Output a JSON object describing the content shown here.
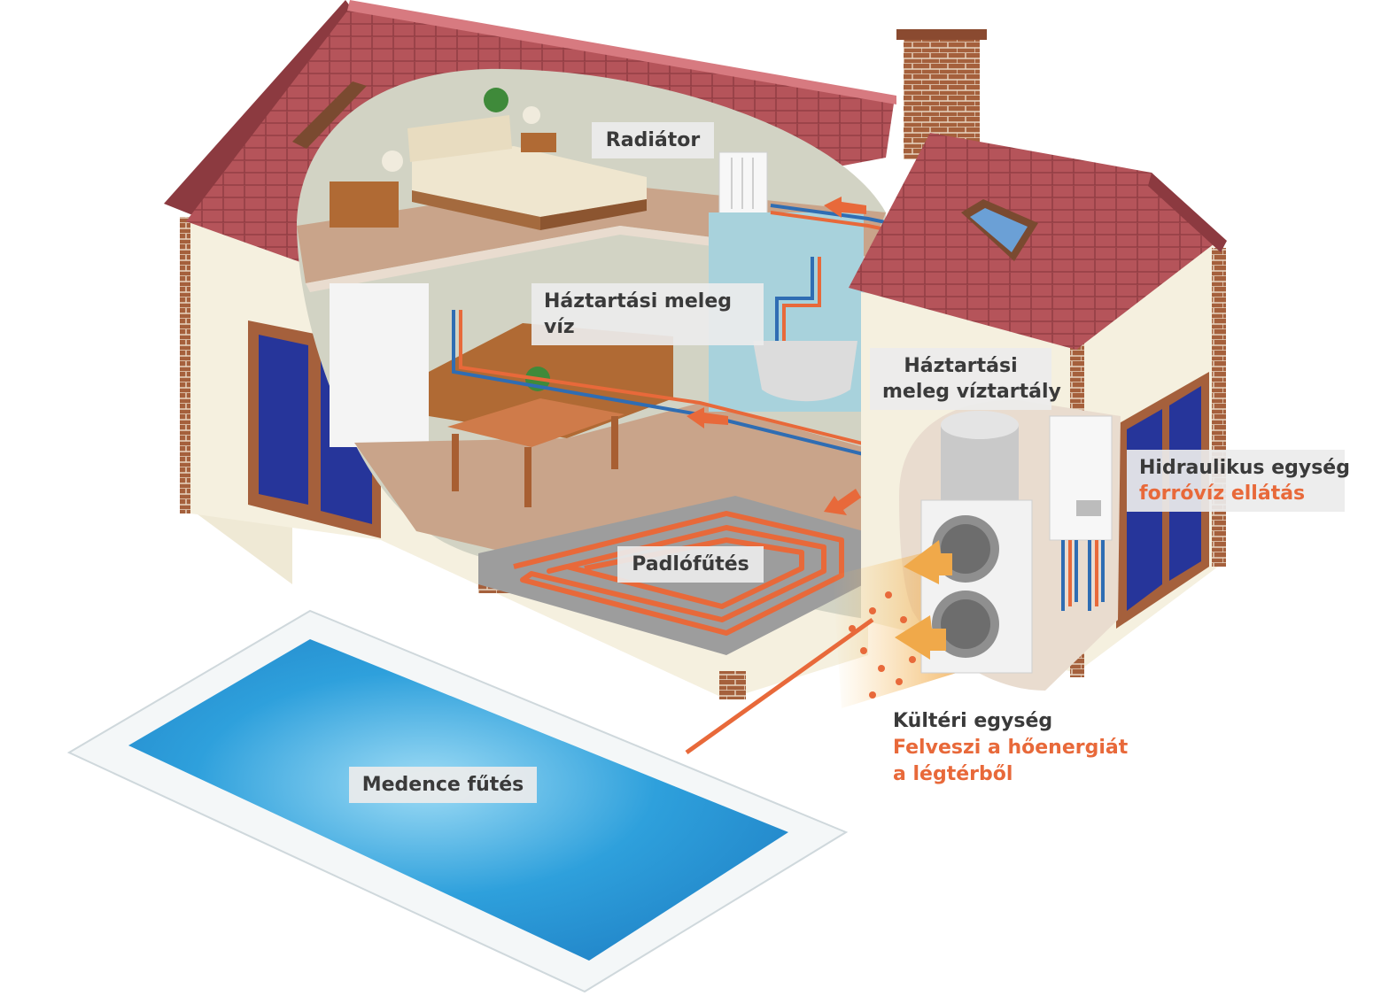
{
  "colors": {
    "roof": "#b5545a",
    "roof_dark": "#8c3a40",
    "wall": "#f5f0df",
    "brick": "#a5603c",
    "floor": "#c9a48a",
    "interior_wall": "#d2d3c4",
    "hot_pipe": "#e8693a",
    "cold_pipe": "#2f6db3",
    "label_bg": "#ebebeb",
    "label_text": "#3a3a3a",
    "accent_text": "#e8693a",
    "pool_water": "#3aa7e0",
    "pool_rim": "#f4f7f8"
  },
  "labels": {
    "radiator": "Radiátor",
    "dhw": "Háztartási meleg víz",
    "dhw_tank_line1": "Háztartási",
    "dhw_tank_line2": "meleg víztartály",
    "hydraulic_line1": "Hidraulikus egység",
    "hydraulic_line2": "forróvíz ellátás",
    "floor_heating": "Padlófűtés",
    "outdoor_line1": "Kültéri egység",
    "outdoor_line2": "Felveszi a hőenergiát",
    "outdoor_line3": "a légtérből",
    "pool": "Medence fűtés"
  },
  "icons": {
    "house": "house-cutaway-illustration",
    "radiator": "radiator-icon",
    "bathtub": "bathtub-icon",
    "tank": "water-tank-icon",
    "hydraulic": "hydraulic-unit-icon",
    "outdoor": "outdoor-unit-icon",
    "pool": "pool-icon"
  }
}
